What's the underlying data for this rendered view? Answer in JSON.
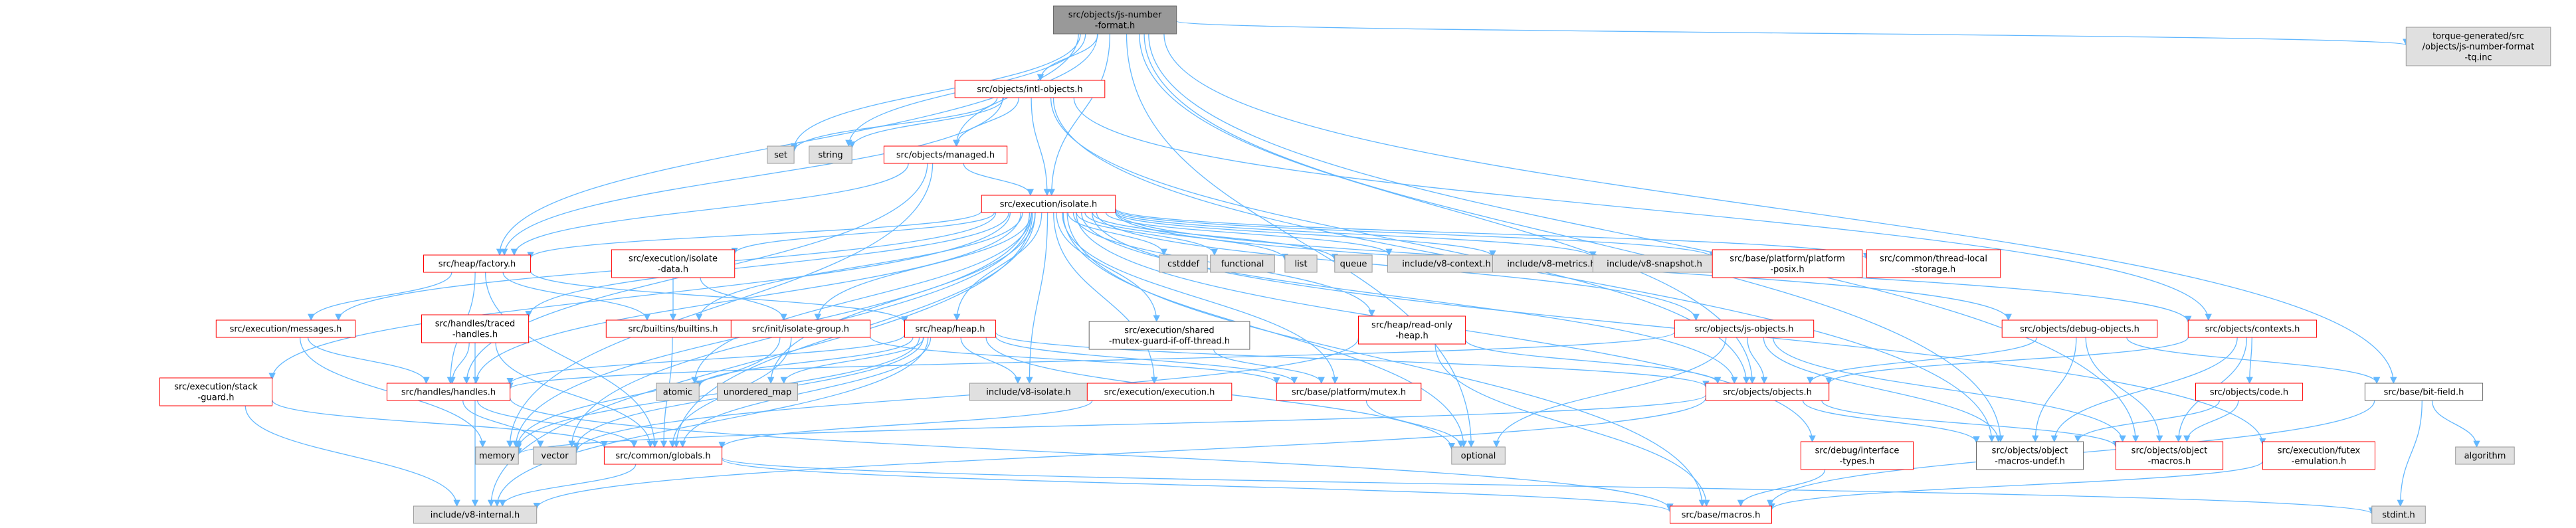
{
  "colors": {
    "edge": "#63b8ff",
    "root_fill": "#999999",
    "linked_fill": "#ffffff",
    "linked_stroke": "#ff0000",
    "external_fill": "#e0e0e0",
    "external_stroke": "#999999",
    "text": "#000000"
  },
  "nodes": [
    {
      "id": "root",
      "lines": [
        "src/objects/js-number",
        "-format.h"
      ],
      "kind": "root"
    },
    {
      "id": "intl",
      "lines": [
        "src/objects/intl-objects.h"
      ],
      "kind": "linked"
    },
    {
      "id": "torque",
      "lines": [
        "torque-generated/src",
        "/objects/js-number-format",
        "-tq.inc"
      ],
      "kind": "external"
    },
    {
      "id": "set",
      "lines": [
        "set"
      ],
      "kind": "external"
    },
    {
      "id": "string",
      "lines": [
        "string"
      ],
      "kind": "external"
    },
    {
      "id": "managed",
      "lines": [
        "src/objects/managed.h"
      ],
      "kind": "linked"
    },
    {
      "id": "isolate",
      "lines": [
        "src/execution/isolate.h"
      ],
      "kind": "linked"
    },
    {
      "id": "factory",
      "lines": [
        "src/heap/factory.h"
      ],
      "kind": "linked"
    },
    {
      "id": "isodata",
      "lines": [
        "src/execution/isolate",
        "-data.h"
      ],
      "kind": "linked"
    },
    {
      "id": "cstddef",
      "lines": [
        "cstddef"
      ],
      "kind": "external"
    },
    {
      "id": "functional",
      "lines": [
        "functional"
      ],
      "kind": "external"
    },
    {
      "id": "list",
      "lines": [
        "list"
      ],
      "kind": "external"
    },
    {
      "id": "queue",
      "lines": [
        "queue"
      ],
      "kind": "external"
    },
    {
      "id": "v8ctx",
      "lines": [
        "include/v8-context.h"
      ],
      "kind": "external"
    },
    {
      "id": "v8met",
      "lines": [
        "include/v8-metrics.h"
      ],
      "kind": "external"
    },
    {
      "id": "v8snap",
      "lines": [
        "include/v8-snapshot.h"
      ],
      "kind": "external"
    },
    {
      "id": "posix",
      "lines": [
        "src/base/platform/platform",
        "-posix.h"
      ],
      "kind": "linked"
    },
    {
      "id": "tls",
      "lines": [
        "src/common/thread-local",
        "-storage.h"
      ],
      "kind": "linked"
    },
    {
      "id": "messages",
      "lines": [
        "src/execution/messages.h"
      ],
      "kind": "linked"
    },
    {
      "id": "traced",
      "lines": [
        "src/handles/traced",
        "-handles.h"
      ],
      "kind": "linked"
    },
    {
      "id": "builtins",
      "lines": [
        "src/builtins/builtins.h"
      ],
      "kind": "linked"
    },
    {
      "id": "isogroup",
      "lines": [
        "src/init/isolate-group.h"
      ],
      "kind": "linked"
    },
    {
      "id": "heap",
      "lines": [
        "src/heap/heap.h"
      ],
      "kind": "linked"
    },
    {
      "id": "shmutex",
      "lines": [
        "src/execution/shared",
        "-mutex-guard-if-off-thread.h"
      ],
      "kind": "plain"
    },
    {
      "id": "rohp",
      "lines": [
        "src/heap/read-only",
        "-heap.h"
      ],
      "kind": "linked"
    },
    {
      "id": "jsobj",
      "lines": [
        "src/objects/js-objects.h"
      ],
      "kind": "linked"
    },
    {
      "id": "debugobj",
      "lines": [
        "src/objects/debug-objects.h"
      ],
      "kind": "linked"
    },
    {
      "id": "contexts",
      "lines": [
        "src/objects/contexts.h"
      ],
      "kind": "linked"
    },
    {
      "id": "stackg",
      "lines": [
        "src/execution/stack",
        "-guard.h"
      ],
      "kind": "linked"
    },
    {
      "id": "handles",
      "lines": [
        "src/handles/handles.h"
      ],
      "kind": "linked"
    },
    {
      "id": "atomic",
      "lines": [
        "atomic"
      ],
      "kind": "external"
    },
    {
      "id": "umap",
      "lines": [
        "unordered_map"
      ],
      "kind": "external"
    },
    {
      "id": "v8iso",
      "lines": [
        "include/v8-isolate.h"
      ],
      "kind": "external"
    },
    {
      "id": "exec",
      "lines": [
        "src/execution/execution.h"
      ],
      "kind": "linked"
    },
    {
      "id": "mutex",
      "lines": [
        "src/base/platform/mutex.h"
      ],
      "kind": "linked"
    },
    {
      "id": "objects",
      "lines": [
        "src/objects/objects.h"
      ],
      "kind": "linked"
    },
    {
      "id": "code",
      "lines": [
        "src/objects/code.h"
      ],
      "kind": "linked"
    },
    {
      "id": "bitfield",
      "lines": [
        "src/base/bit-field.h"
      ],
      "kind": "plain"
    },
    {
      "id": "memory",
      "lines": [
        "memory"
      ],
      "kind": "external"
    },
    {
      "id": "vector",
      "lines": [
        "vector"
      ],
      "kind": "external"
    },
    {
      "id": "globals",
      "lines": [
        "src/common/globals.h"
      ],
      "kind": "linked"
    },
    {
      "id": "optional",
      "lines": [
        "optional"
      ],
      "kind": "external"
    },
    {
      "id": "dbgif",
      "lines": [
        "src/debug/interface",
        "-types.h"
      ],
      "kind": "linked"
    },
    {
      "id": "omu",
      "lines": [
        "src/objects/object",
        "-macros-undef.h"
      ],
      "kind": "plain"
    },
    {
      "id": "om",
      "lines": [
        "src/objects/object",
        "-macros.h"
      ],
      "kind": "linked"
    },
    {
      "id": "futex",
      "lines": [
        "src/execution/futex",
        "-emulation.h"
      ],
      "kind": "linked"
    },
    {
      "id": "algorithm",
      "lines": [
        "algorithm"
      ],
      "kind": "external"
    },
    {
      "id": "v8int",
      "lines": [
        "include/v8-internal.h"
      ],
      "kind": "external"
    },
    {
      "id": "macros",
      "lines": [
        "src/base/macros.h"
      ],
      "kind": "linked"
    },
    {
      "id": "stdint",
      "lines": [
        "stdint.h"
      ],
      "kind": "external"
    }
  ],
  "edges": [
    [
      "root",
      "intl"
    ],
    [
      "root",
      "torque"
    ],
    [
      "root",
      "set"
    ],
    [
      "root",
      "string"
    ],
    [
      "root",
      "managed"
    ],
    [
      "root",
      "isolate"
    ],
    [
      "root",
      "factory"
    ],
    [
      "root",
      "objects"
    ],
    [
      "root",
      "om"
    ],
    [
      "root",
      "omu"
    ],
    [
      "root",
      "bitfield"
    ],
    [
      "root",
      "optional"
    ],
    [
      "intl",
      "set"
    ],
    [
      "intl",
      "string"
    ],
    [
      "intl",
      "managed"
    ],
    [
      "intl",
      "isolate"
    ],
    [
      "intl",
      "contexts"
    ],
    [
      "intl",
      "objects"
    ],
    [
      "intl",
      "omu"
    ],
    [
      "intl",
      "factory"
    ],
    [
      "managed",
      "isolate"
    ],
    [
      "managed",
      "handles"
    ],
    [
      "managed",
      "memory"
    ],
    [
      "managed",
      "factory"
    ],
    [
      "isolate",
      "factory"
    ],
    [
      "isolate",
      "isodata"
    ],
    [
      "isolate",
      "cstddef"
    ],
    [
      "isolate",
      "functional"
    ],
    [
      "isolate",
      "list"
    ],
    [
      "isolate",
      "queue"
    ],
    [
      "isolate",
      "v8ctx"
    ],
    [
      "isolate",
      "v8met"
    ],
    [
      "isolate",
      "v8snap"
    ],
    [
      "isolate",
      "posix"
    ],
    [
      "isolate",
      "tls"
    ],
    [
      "isolate",
      "messages"
    ],
    [
      "isolate",
      "traced"
    ],
    [
      "isolate",
      "builtins"
    ],
    [
      "isolate",
      "isogroup"
    ],
    [
      "isolate",
      "heap"
    ],
    [
      "isolate",
      "shmutex"
    ],
    [
      "isolate",
      "rohp"
    ],
    [
      "isolate",
      "jsobj"
    ],
    [
      "isolate",
      "debugobj"
    ],
    [
      "isolate",
      "contexts"
    ],
    [
      "isolate",
      "stackg"
    ],
    [
      "isolate",
      "handles"
    ],
    [
      "isolate",
      "atomic"
    ],
    [
      "isolate",
      "umap"
    ],
    [
      "isolate",
      "v8iso"
    ],
    [
      "isolate",
      "exec"
    ],
    [
      "isolate",
      "mutex"
    ],
    [
      "isolate",
      "objects"
    ],
    [
      "isolate",
      "futex"
    ],
    [
      "isolate",
      "memory"
    ],
    [
      "isolate",
      "vector"
    ],
    [
      "isolate",
      "globals"
    ],
    [
      "isolate",
      "optional"
    ],
    [
      "isolate",
      "dbgif"
    ],
    [
      "isolate",
      "v8int"
    ],
    [
      "isolate",
      "macros"
    ],
    [
      "factory",
      "messages"
    ],
    [
      "factory",
      "builtins"
    ],
    [
      "factory",
      "heap"
    ],
    [
      "factory",
      "handles"
    ],
    [
      "factory",
      "globals"
    ],
    [
      "isodata",
      "builtins"
    ],
    [
      "isodata",
      "isogroup"
    ],
    [
      "messages",
      "handles"
    ],
    [
      "messages",
      "memory"
    ],
    [
      "traced",
      "handles"
    ],
    [
      "traced",
      "globals"
    ],
    [
      "traced",
      "v8int"
    ],
    [
      "builtins",
      "globals"
    ],
    [
      "isogroup",
      "memory"
    ],
    [
      "isogroup",
      "mutex"
    ],
    [
      "isogroup",
      "globals"
    ],
    [
      "heap",
      "atomic"
    ],
    [
      "heap",
      "umap"
    ],
    [
      "heap",
      "v8iso"
    ],
    [
      "heap",
      "handles"
    ],
    [
      "heap",
      "mutex"
    ],
    [
      "heap",
      "objects"
    ],
    [
      "heap",
      "memory"
    ],
    [
      "heap",
      "vector"
    ],
    [
      "heap",
      "globals"
    ],
    [
      "heap",
      "optional"
    ],
    [
      "heap",
      "v8int"
    ],
    [
      "shmutex",
      "mutex"
    ],
    [
      "rohp",
      "objects"
    ],
    [
      "rohp",
      "vector"
    ],
    [
      "rohp",
      "macros"
    ],
    [
      "jsobj",
      "objects"
    ],
    [
      "jsobj",
      "handles"
    ],
    [
      "jsobj",
      "om"
    ],
    [
      "jsobj",
      "omu"
    ],
    [
      "jsobj",
      "optional"
    ],
    [
      "debugobj",
      "objects"
    ],
    [
      "debugobj",
      "bitfield"
    ],
    [
      "debugobj",
      "om"
    ],
    [
      "debugobj",
      "omu"
    ],
    [
      "contexts",
      "code"
    ],
    [
      "contexts",
      "objects"
    ],
    [
      "contexts",
      "om"
    ],
    [
      "contexts",
      "omu"
    ],
    [
      "stackg",
      "globals"
    ],
    [
      "stackg",
      "v8int"
    ],
    [
      "handles",
      "globals"
    ],
    [
      "handles",
      "vector"
    ],
    [
      "handles",
      "macros"
    ],
    [
      "exec",
      "globals"
    ],
    [
      "mutex",
      "optional"
    ],
    [
      "objects",
      "memory"
    ],
    [
      "objects",
      "om"
    ],
    [
      "objects",
      "omu"
    ],
    [
      "objects",
      "v8int"
    ],
    [
      "code",
      "om"
    ],
    [
      "code",
      "omu"
    ],
    [
      "bitfield",
      "algorithm"
    ],
    [
      "bitfield",
      "stdint"
    ],
    [
      "bitfield",
      "macros"
    ],
    [
      "globals",
      "v8int"
    ],
    [
      "globals",
      "stdint"
    ],
    [
      "globals",
      "macros"
    ],
    [
      "dbgif",
      "macros"
    ],
    [
      "futex",
      "macros"
    ]
  ]
}
